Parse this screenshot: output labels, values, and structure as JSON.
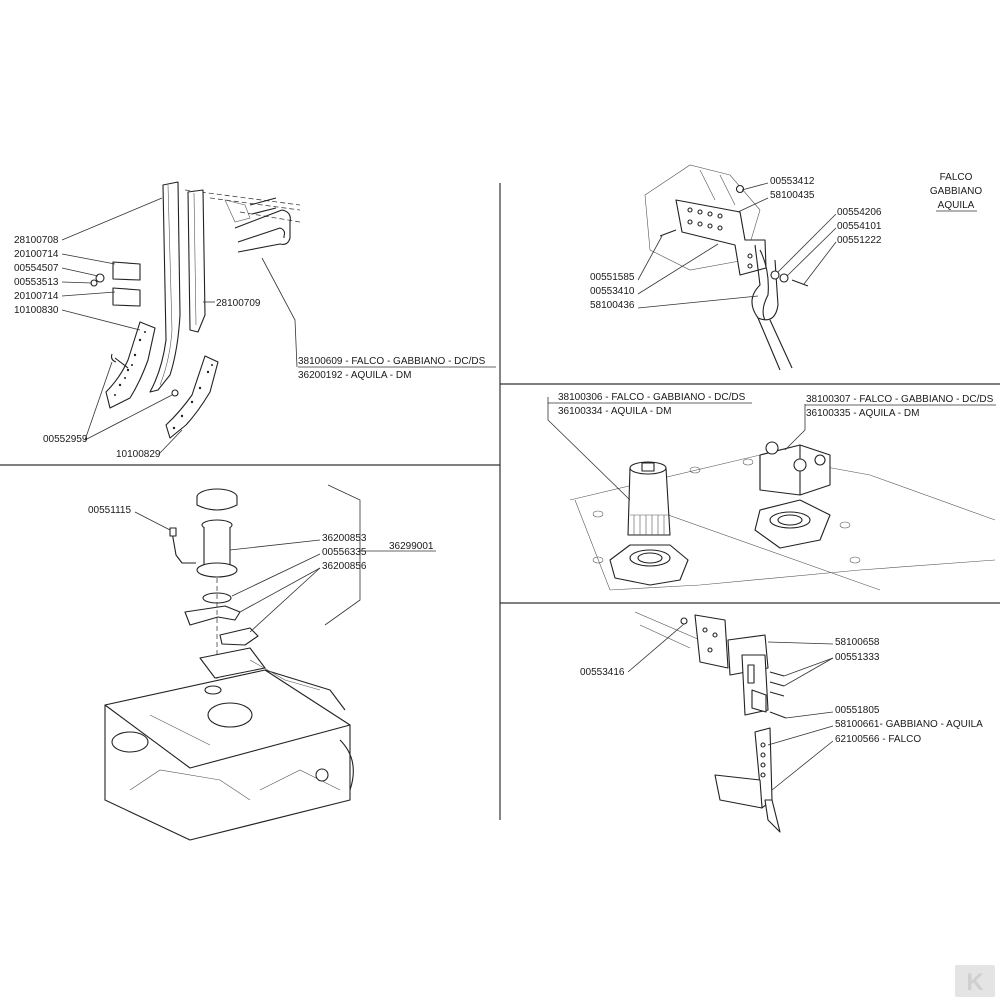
{
  "panels": {
    "top_left": {
      "labels": [
        "28100708",
        "20100714",
        "00554507",
        "00553513",
        "20100714",
        "10100830",
        "28100709",
        "38100609 - FALCO - GABBIANO - DC/DS",
        "36200192 - AQUILA - DM",
        "00552959",
        "10100829"
      ]
    },
    "top_right": {
      "labels": [
        "00553412",
        "58100435",
        "00554206",
        "00554101",
        "00551222",
        "00551585",
        "00553410",
        "58100436"
      ],
      "models": [
        "FALCO",
        "GABBIANO",
        "AQUILA"
      ]
    },
    "mid_right": {
      "labels": [
        "38100306 - FALCO - GABBIANO - DC/DS",
        "36100334 - AQUILA - DM",
        "38100307 - FALCO - GABBIANO - DC/DS",
        "36100335 - AQUILA - DM"
      ]
    },
    "bottom_left": {
      "labels": [
        "00551115",
        "36200853",
        "00556335",
        "36200856",
        "36299001"
      ]
    },
    "bottom_right": {
      "labels": [
        "00553416",
        "58100658",
        "00551333",
        "00551805",
        "58100661- GABBIANO - AQUILA",
        "62100566 - FALCO"
      ]
    }
  },
  "logo": {
    "text": "K",
    "color": "#cfcfcf"
  }
}
